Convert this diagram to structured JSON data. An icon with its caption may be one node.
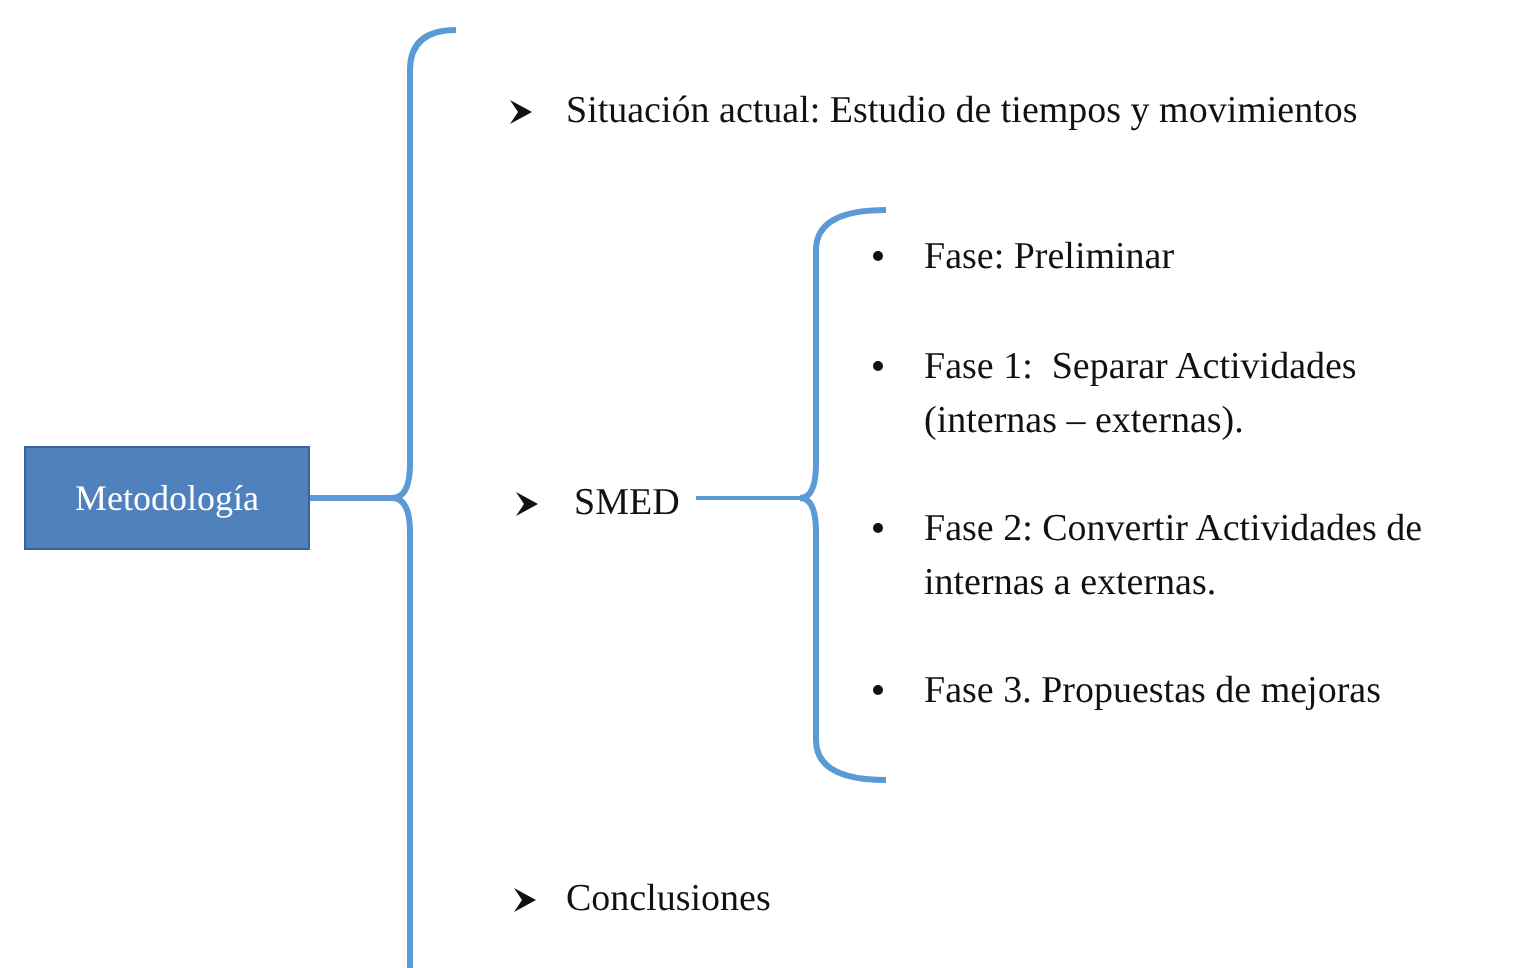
{
  "diagram": {
    "nodes": [
      {
        "text": [
          "Metodología"
        ]
      }
    ],
    "labels": [
      "Situación actual: Estudio de tiempos y movimientos",
      "SMED",
      "Fase: Preliminar",
      "Fase 1:  Separar Actividades (internas – externas).",
      "Fase 2: Convertir Actividades de internas a externas.",
      "Fase 3. Propuestas de mejoras",
      "Conclusiones"
    ]
  }
}
